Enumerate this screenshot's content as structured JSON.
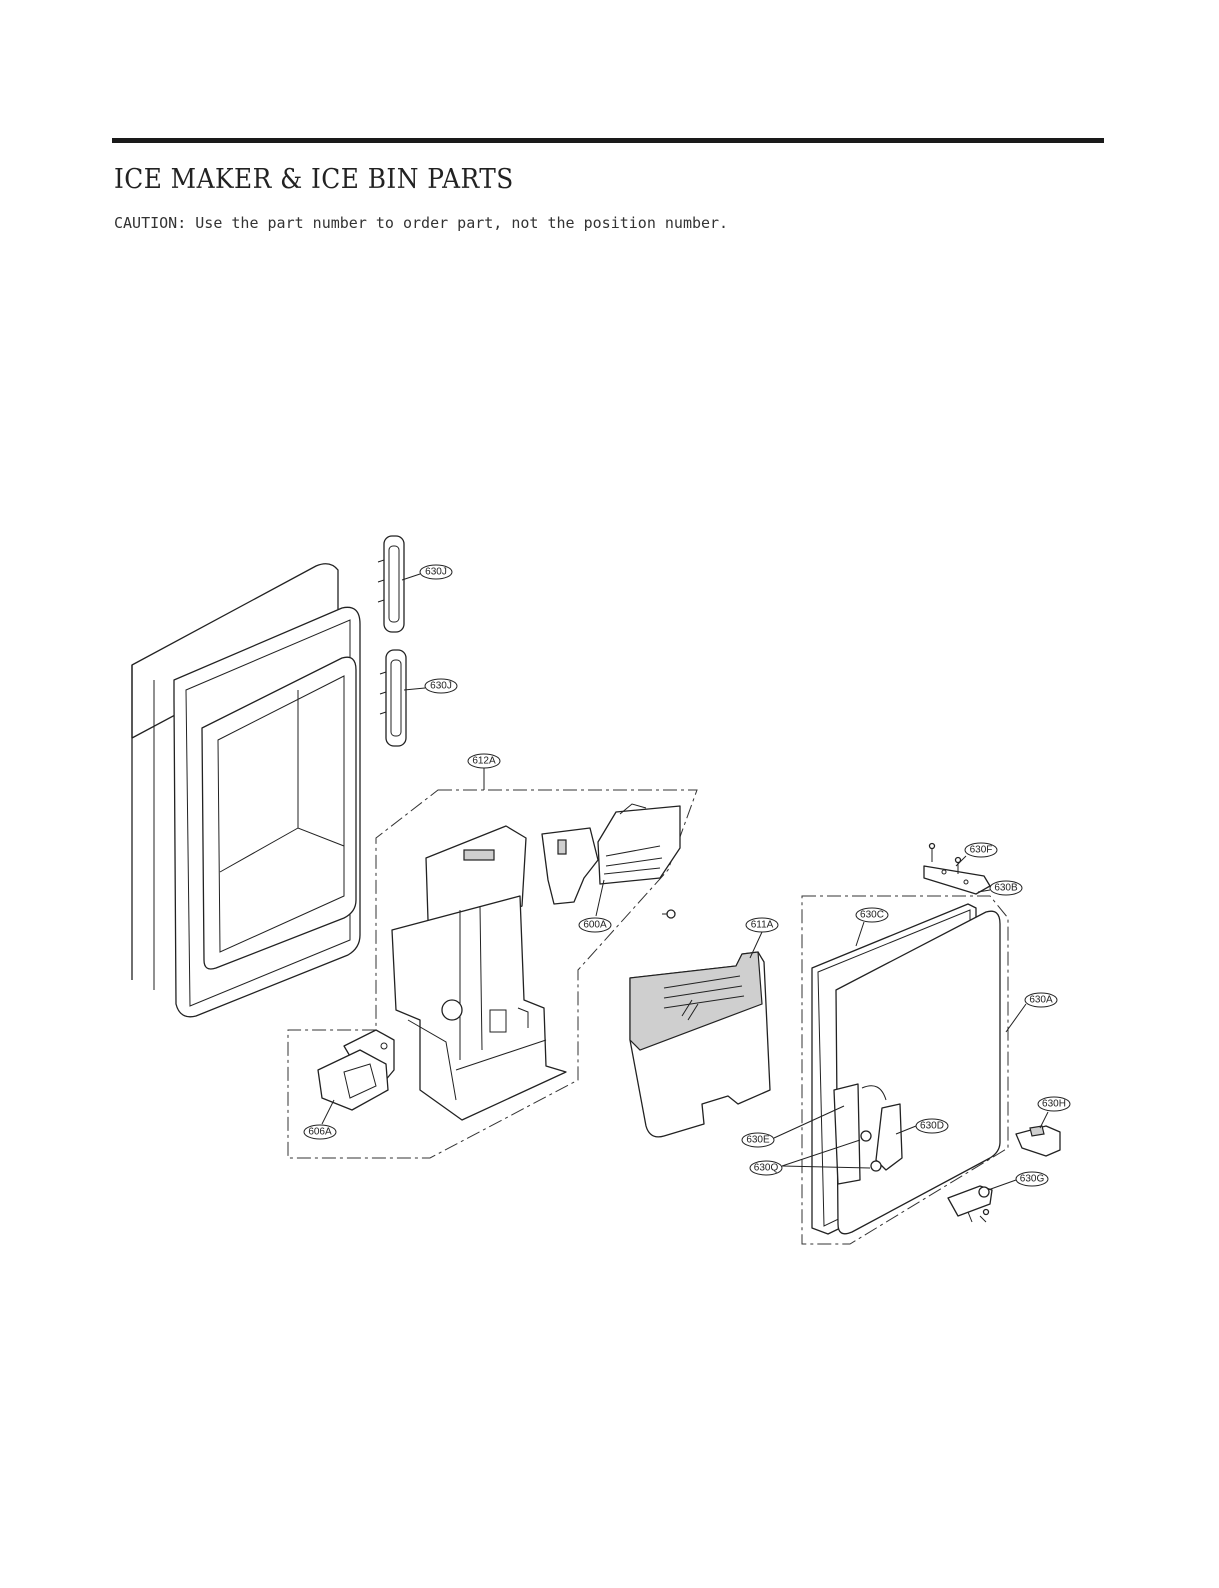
{
  "header": {
    "title": "ICE MAKER & ICE BIN PARTS",
    "caution": "CAUTION: Use the part number to order part, not the position number."
  },
  "callouts": [
    {
      "id": "630J_top",
      "label": "630J"
    },
    {
      "id": "630J_bottom",
      "label": "630J"
    },
    {
      "id": "612A",
      "label": "612A"
    },
    {
      "id": "600A",
      "label": "600A"
    },
    {
      "id": "611A",
      "label": "611A"
    },
    {
      "id": "606A",
      "label": "606A"
    },
    {
      "id": "630F",
      "label": "630F"
    },
    {
      "id": "630B",
      "label": "630B"
    },
    {
      "id": "630C",
      "label": "630C"
    },
    {
      "id": "630A",
      "label": "630A"
    },
    {
      "id": "630H",
      "label": "630H"
    },
    {
      "id": "630D",
      "label": "630D"
    },
    {
      "id": "630E",
      "label": "630E"
    },
    {
      "id": "630Q",
      "label": "630Q"
    },
    {
      "id": "630G",
      "label": "630G"
    }
  ]
}
